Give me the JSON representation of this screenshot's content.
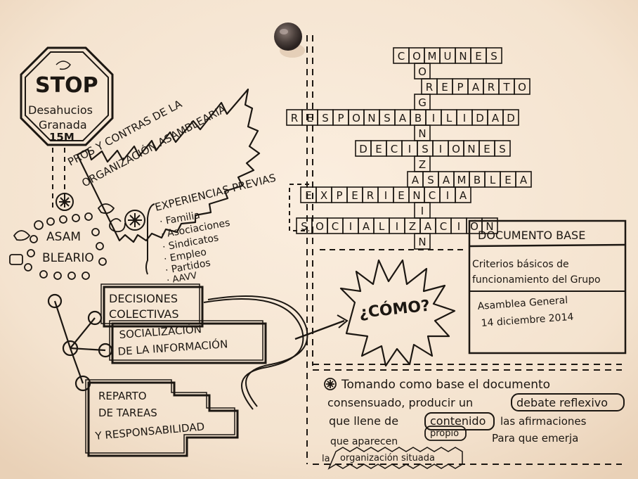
{
  "colors": {
    "paper": "#f4e3cf",
    "paper_shadow": "#e6cdb3",
    "ink": "#1c1712",
    "pin": "#4a3f3b"
  },
  "stop_sign": {
    "word": "STOP",
    "line1": "Desahucios",
    "line2": "Granada",
    "line3": "15M"
  },
  "pros_contras_banner": {
    "line1": "PROS Y CONTRAS DE LA",
    "line2": "ORGANIZACIÓN ASAMBLEARIA"
  },
  "asambleario_label": {
    "line1": "ASAM",
    "line2": "BLEARIO"
  },
  "experiencias": {
    "title": "EXPERIENCIAS PREVIAS",
    "items": [
      "· Familia",
      "· Asociaciones",
      "· Sindicatos",
      "· Empleo",
      "· Partidos",
      "· AAVV"
    ]
  },
  "steps": {
    "step1_line1": "DECISIONES",
    "step1_line2": "COLECTIVAS",
    "step2_line1": "SOCIALIZACIÓN",
    "step2_line2": "DE LA INFORMACIÓN",
    "step3_line1": "REPARTO",
    "step3_line2": "DE TAREAS",
    "step3_line3": "Y RESPONSABILIDAD"
  },
  "como_burst": "¿CÓMO?",
  "crossword": {
    "vertical_word": "ORGANIZACIÓN",
    "words": [
      "COMUNES",
      "REPARTO",
      "RESPONSABILIDAD",
      "DECISIONES",
      "ASAMBLEA",
      "EXPERIENCIA",
      "SOCIALIZACIÓN"
    ]
  },
  "documento_base": {
    "title": "DOCUMENTO BASE",
    "line1": "Criterios básicos de",
    "line2": "funcionamiento del Grupo",
    "line3": "Asamblea General",
    "line4": "14 diciembre 2014"
  },
  "bottom_note": {
    "line1": "Tomando como base el documento",
    "line2_a": "consensuado, producir un",
    "line2_b": "debate reflexivo",
    "line3_a": "que llene de",
    "line3_b": "contenido",
    "line3_c": "las afirmaciones",
    "line4_a": "que aparecen",
    "line4_b": "propio",
    "line4_c": "Para que emerja",
    "line5_a": "la",
    "line5_b": "organización situada"
  }
}
